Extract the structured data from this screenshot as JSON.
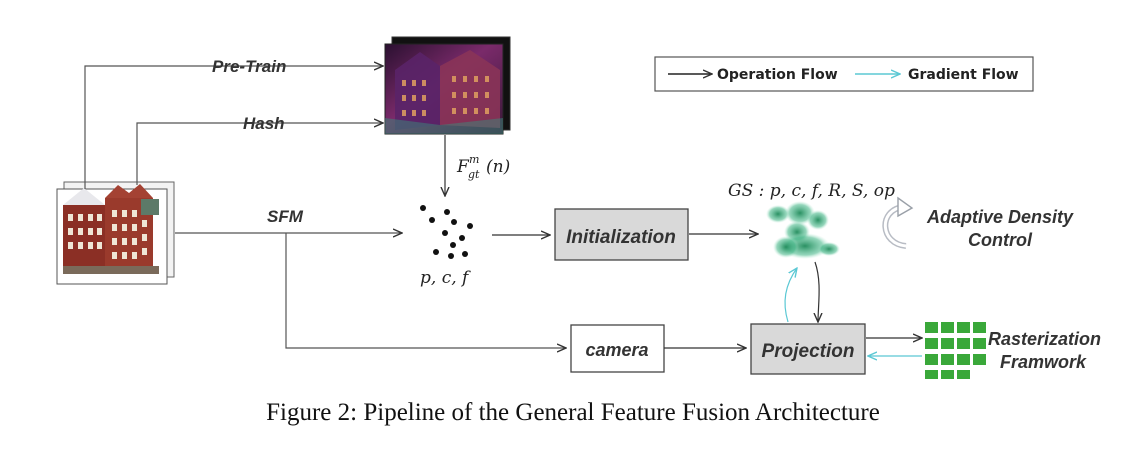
{
  "legend": {
    "operation": "Operation  Flow",
    "gradient": "Gradient Flow",
    "operation_color": "#222222",
    "gradient_color": "#5bc8d4"
  },
  "edges": {
    "pretrain": "Pre-Train",
    "hash": "Hash",
    "sfm": "SFM"
  },
  "nodes": {
    "feature_gt_base": "F",
    "feature_gt_sup": "m",
    "feature_gt_sub": "gt",
    "feature_gt_arg": "(n)",
    "points_label": "p, c, f",
    "initialization": "Initialization",
    "gs_label": "GS : p, c, f, R, S, op",
    "adaptive_line1": "Adaptive Density",
    "adaptive_line2": "Control",
    "camera": "camera",
    "projection": "Projection",
    "raster_line1": "Rasterization",
    "raster_line2": "Framwork"
  },
  "caption": "Figure 2: Pipeline of the General Feature Fusion Architecture",
  "icons": {
    "source_scene": "building-photo-icon",
    "feature_map": "feature-map-image-icon",
    "point_cloud": "point-cloud-icon",
    "gaussians": "gaussian-splat-icon",
    "adaptive": "curved-arrow-icon",
    "raster": "grid-tiles-icon"
  },
  "colors": {
    "box_fill": "#d9d9d9",
    "raster_green": "#3aa83a",
    "gaussian_green": "#2e9e6e",
    "feature_purple": "#6a2a7a"
  }
}
